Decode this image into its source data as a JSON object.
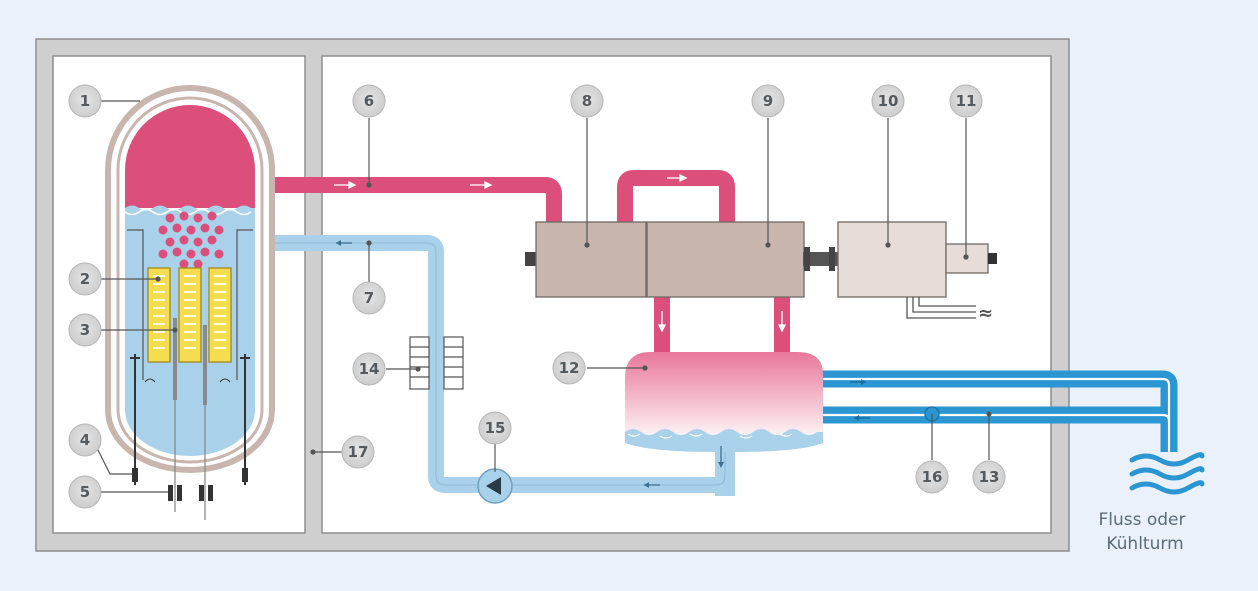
{
  "labels": {
    "n1": "1",
    "n2": "2",
    "n3": "3",
    "n4": "4",
    "n5": "5",
    "n6": "6",
    "n7": "7",
    "n8": "8",
    "n9": "9",
    "n10": "10",
    "n11": "11",
    "n12": "12",
    "n13": "13",
    "n14": "14",
    "n15": "15",
    "n16": "16",
    "n17": "17"
  },
  "caption": {
    "line1": "Fluss oder",
    "line2": "Kühlturm"
  },
  "ac_symbol": "≈",
  "colors": {
    "background": "#eaf1fa",
    "building_wall": "#cfcfcf",
    "steam": "#dc4f7b",
    "feedwater": "#a9d1ea",
    "cooling_water": "#2b96d2",
    "turbine": "#c8b6ae",
    "generator": "#e6dcd8",
    "fuel": "#f6dc4f",
    "badge": "#d6d6d6"
  }
}
